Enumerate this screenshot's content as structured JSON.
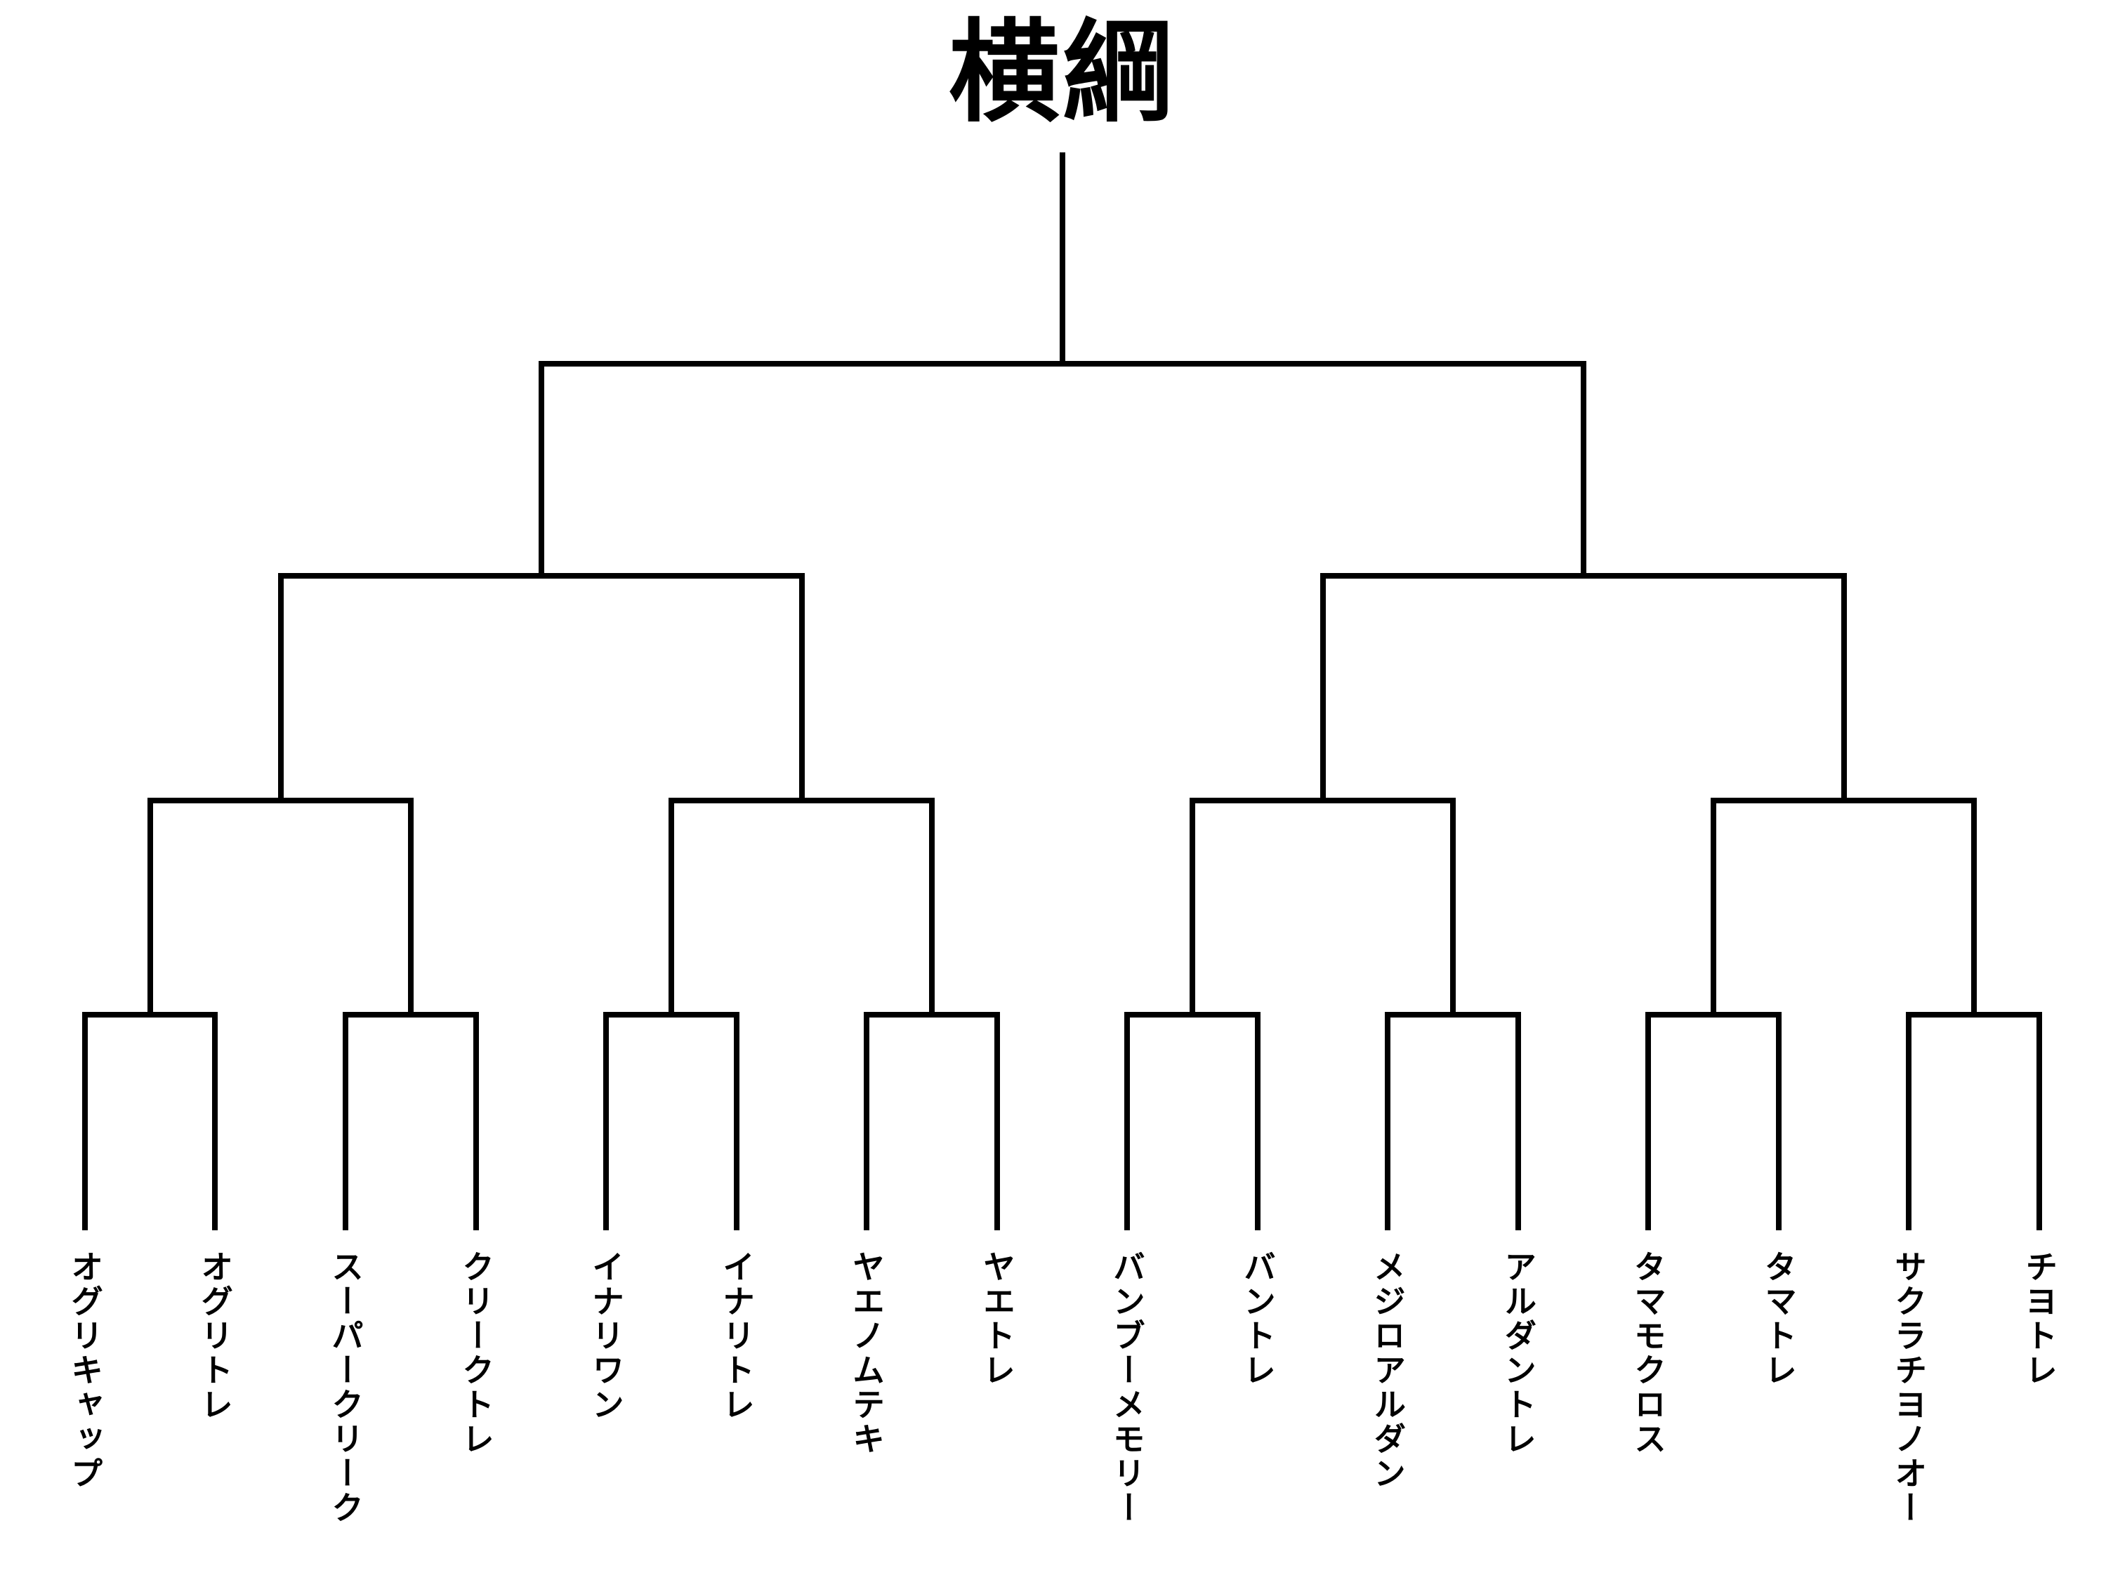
{
  "title": "横綱",
  "bracket": {
    "entrants": [
      "オグリキャップ",
      "オグリトレ",
      "スーパークリーク",
      "クリークトレ",
      "イナリワン",
      "イナリトレ",
      "ヤエノムテキ",
      "ヤエトレ",
      "バンブーメモリー",
      "バントレ",
      "メジロアルダン",
      "アルダントレ",
      "タマモクロス",
      "タマトレ",
      "サクラチヨノオー",
      "チヨトレ"
    ],
    "rounds_to_title": 4
  },
  "colors": {
    "line": "#000000",
    "background": "#ffffff",
    "text": "#000000"
  }
}
